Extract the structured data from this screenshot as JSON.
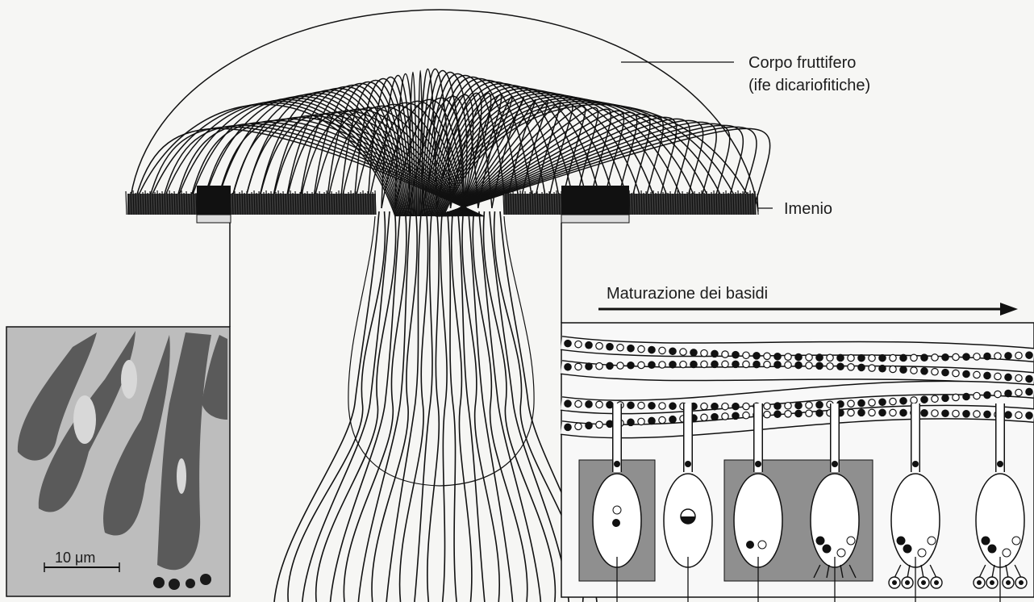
{
  "labels": {
    "fruiting_body_line1": "Corpo fruttifero",
    "fruiting_body_line2": "(ife dicariofitiche)",
    "hymenium": "Imenio",
    "basidia_maturation": "Maturazione dei basidi",
    "scale_bar": "10 μm"
  },
  "colors": {
    "ink": "#111111",
    "paper": "#f6f6f4",
    "panel_gray": "#8f8f8f",
    "micrograph_bg": "#bdbdbd"
  }
}
